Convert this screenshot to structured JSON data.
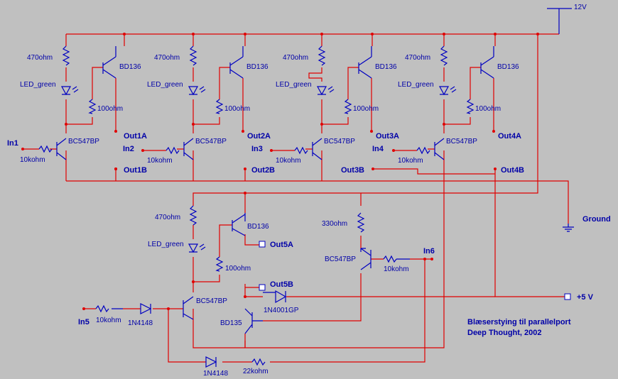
{
  "colors": {
    "background": "#c0c0c0",
    "wire": "#e00000",
    "component": "#0000c0",
    "text": "#0000a8"
  },
  "rails": {
    "v12": "12V",
    "ground": "Ground",
    "v5": "+5 V"
  },
  "stages": [
    {
      "r_collector": "470ohm",
      "led": "LED_green",
      "r_base": "100ohm",
      "pnp": "BD136",
      "npn": "BC547BP",
      "r_in": "10kohm",
      "input": "In1",
      "out_a": "Out1A",
      "out_b": "Out1B"
    },
    {
      "r_collector": "470ohm",
      "led": "LED_green",
      "r_base": "100ohm",
      "pnp": "BD136",
      "npn": "BC547BP",
      "r_in": "10kohm",
      "input": "In2",
      "out_a": "Out2A",
      "out_b": "Out2B"
    },
    {
      "r_collector": "470ohm",
      "led": "LED_green",
      "r_base": "100ohm",
      "pnp": "BD136",
      "npn": "BC547BP",
      "r_in": "10kohm",
      "input": "In3",
      "out_a": "Out3A",
      "out_b": "Out3B"
    },
    {
      "r_collector": "470ohm",
      "led": "LED_green",
      "r_base": "100ohm",
      "pnp": "BD136",
      "npn": "BC547BP",
      "r_in": "10kohm",
      "input": "In4",
      "out_a": "Out4A",
      "out_b": "Out4B"
    }
  ],
  "stage5": {
    "r_collector": "470ohm",
    "led": "LED_green",
    "r_base": "100ohm",
    "pnp": "BD136",
    "npn": "BC547BP",
    "r_in": "10kohm",
    "input": "In5",
    "out_a": "Out5A",
    "out_b": "Out5B",
    "diode_in": "1N4148",
    "npn_power": "BD135",
    "diode_power": "1N4001GP",
    "diode_fb": "1N4148",
    "r_fb": "22kohm"
  },
  "stage6": {
    "r_collector": "330ohm",
    "npn": "BC547BP",
    "r_in": "10kohm",
    "input": "In6"
  },
  "title": {
    "line1": "Blæserstying til parallelport",
    "line2": "Deep Thought, 2002"
  }
}
